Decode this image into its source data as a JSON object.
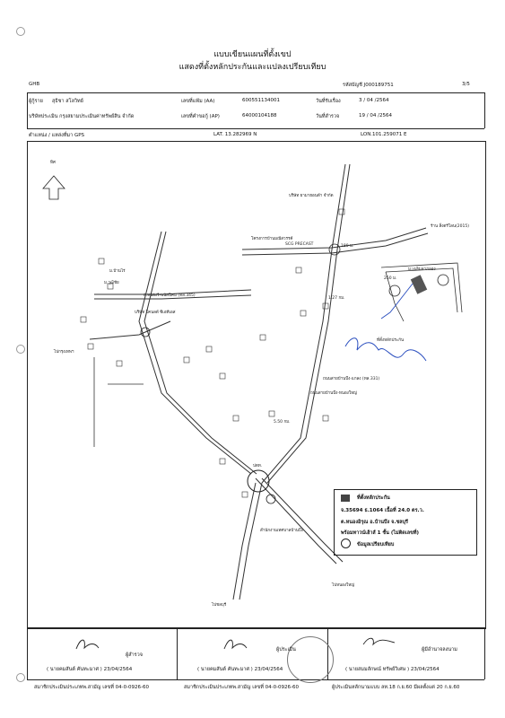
{
  "header": {
    "title_line1": "แบบเขียนแผนที่ตั้งเขป",
    "title_line2": "แสดงที่ตั้งหลักประกันและแปลงเปรียบเทียบ",
    "bank": "GHB",
    "asset_code": "รหัสบัญชี J000189751",
    "page": "3/5"
  },
  "info": {
    "owner_label": "ผู้กู้ราย",
    "owner_value": "สุธิชา สโลวิทย์",
    "company": "บริษัทประเมิน กรุงสยามประเมินค่าทรัพย์สิน จำกัด",
    "aa_label": "เลขที่แฟ้ม (AA)",
    "aa_value": "600551134001",
    "ap_label": "เลขที่คำขอกู้ (AP)",
    "ap_value": "64000104188",
    "received_label": "วันที่รับเรื่อง",
    "received_value": "3 / 04 /2564",
    "survey_label": "วันที่สำรวจ",
    "survey_value": "19 / 04 /2564",
    "gps_label": "ตำแหน่ง / แหล่งที่มา GPS",
    "lat": "LAT. 13.282969 N",
    "lon": "LON.101.259071 E"
  },
  "map": {
    "north_label": "ทิศ",
    "labels": [
      "บริษัท ยามาฮอนด้า จำกัด",
      "โครงการบ้านมณีสวรรค์",
      "SCG PRECAST",
      "ร้าน สิ่งตรีโลน(2015)",
      "ม.เฉลิมลาภลอง",
      "180 ม.",
      "250 ม.",
      "1.27 กม.",
      "ที่ตั้งหลักประกัน",
      "ม.บ้านไร่",
      "ม.วุฒิชัย",
      "ถ.หนองรี-พนัสนิคม (ทล.345)",
      "บริษัท โคนลด์ ซิเอทีเอส",
      "ถนนสายบ้านบึง-หนองใหญ่",
      "5.50 กม.",
      "ไปกรุงเทพฯ",
      "ไปชลบุรี",
      "ไปหนองใหญ่",
      "สำนักงานเทศบาลบ้านบึง",
      "ปตท.",
      "ถนนสายบ้านบึง-แกลง (ทล.331)"
    ]
  },
  "legend": {
    "collateral_title": "ที่ตั้งหลักประกัน",
    "collateral_line1": "จ.35694 ธ.1064 เนื้อที่ 24.0 ตร.ว.",
    "collateral_line2": "ต.หนองอิรุณ อ.บ้านบึง จ.ชลบุรี",
    "collateral_line3": "พร้อมทาวน์เฮ้าส์ 1 ชั้น (ไม่ติดเลขที่)",
    "comparison": "ข้อมูลเปรียบเทียบ"
  },
  "footer": {
    "role1": "ผู้สำรวจ",
    "name1": "( นายคมสันต์ คันทะมาศ ) 23/04/2564",
    "role2": "ผู้ประเมิน",
    "name2": "( นายคมสันต์ คันทะมาศ ) 23/04/2564",
    "role3": "ผู้มีอำนาจลงนาม",
    "name3": "( นายสมมลักษณ์ ทรัพย์วิเศษ ) 23/04/2564",
    "member1": "สมาชิกประเมินประเภทพ.สามัญ เลขที่ 04-0-0926-60",
    "member2": "สมาชิกประเมินประเภทพ.สามัญ เลขที่ 04-0-0926-60",
    "member3": "ผู้ประเมินหลักนามแบบ ลท.18 ก.ย.60 มีผลตั้งแต่ 20 ก.ย.60"
  }
}
